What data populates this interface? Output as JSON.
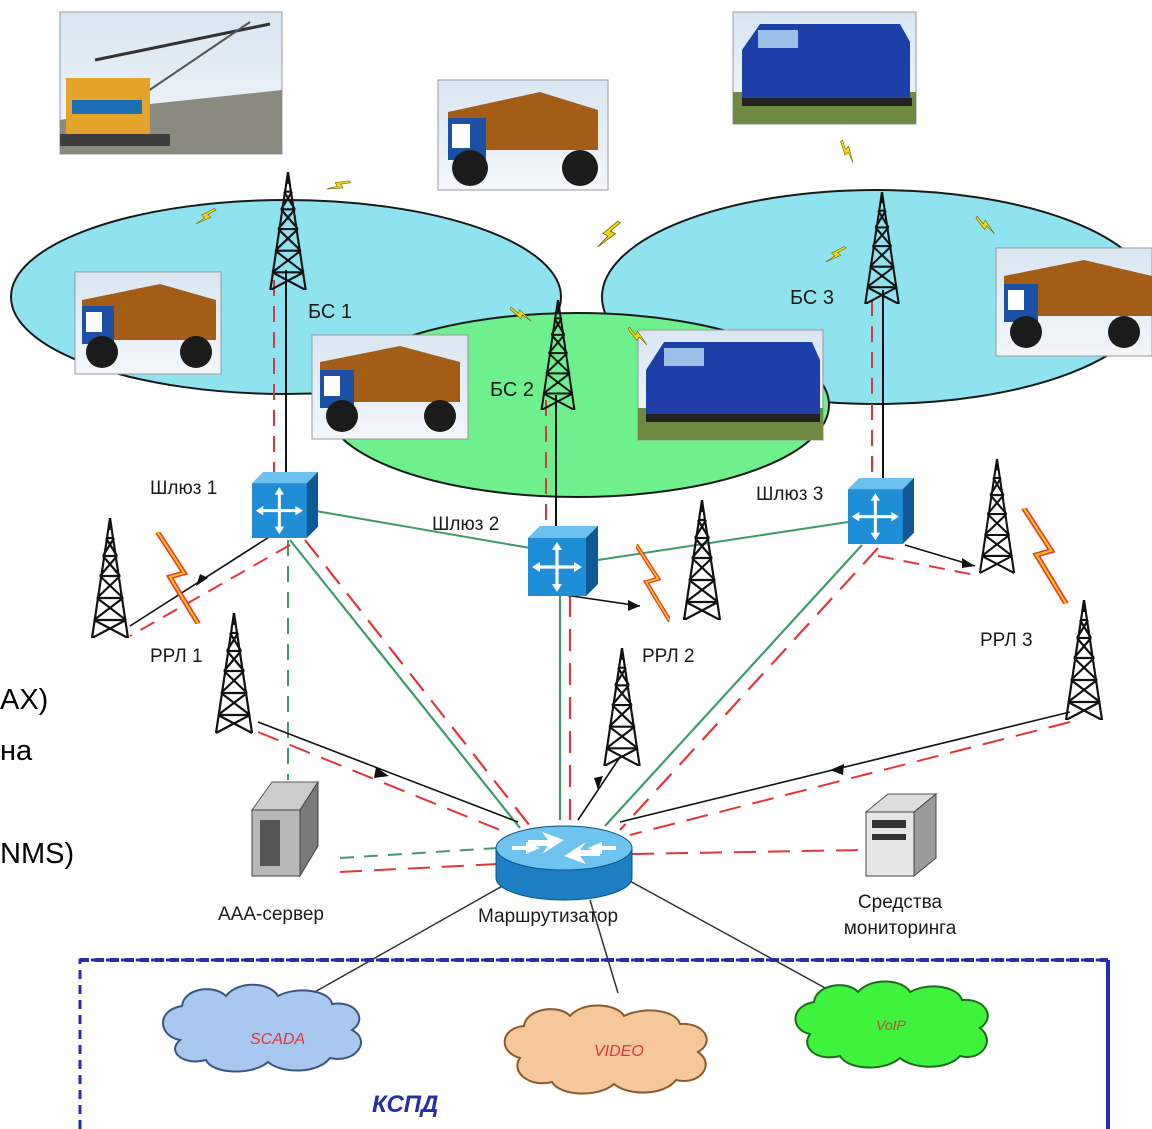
{
  "labels": {
    "bs1": "БС 1",
    "bs2": "БС 2",
    "bs3": "БС  3",
    "gw1": "Шлюз  1",
    "gw2": "Шлюз  2",
    "gw3": "Шлюз  3",
    "rrl1": "РРЛ 1",
    "rrl2": "РРЛ 2",
    "rrl3": "РРЛ 3",
    "aaa": "ААА-сервер",
    "router": "Маршрутизатор",
    "monitor_line1": "Средства",
    "monitor_line2": "мониторинга",
    "scada": "SCADA",
    "video": "VIDEO",
    "voip": "VoIP",
    "kspd": "КСПД"
  },
  "left_cut_text": [
    "AX)",
    "на",
    "NMS)"
  ],
  "colors": {
    "cell_blue": "#8fe3ef",
    "cell_green": "#6ef08e",
    "link_green": "#3f9a6a",
    "link_red": "#e0353a",
    "kspd_border": "#2430a8",
    "scada_cloud": "#a8c8f0",
    "video_cloud": "#f4c89c",
    "voip_cloud": "#3ef23e"
  },
  "icons": [
    "excavator-photo",
    "truck-photo",
    "locomotive-photo",
    "tower-icon",
    "gateway-icon",
    "router-icon",
    "server-icon",
    "lightning-icon",
    "cloud-icon"
  ]
}
